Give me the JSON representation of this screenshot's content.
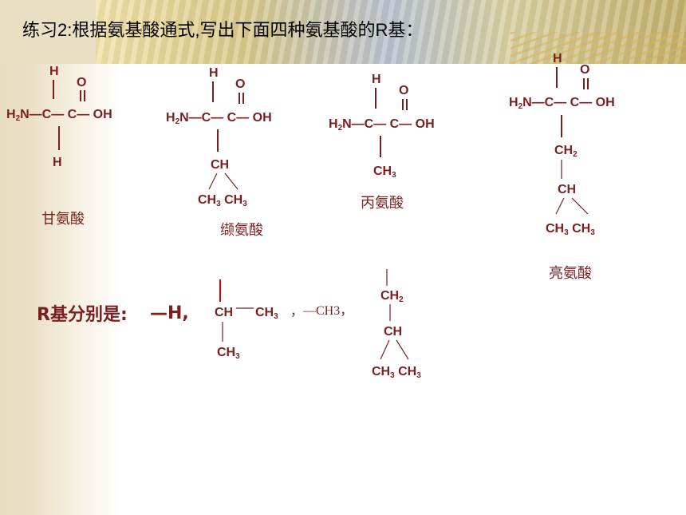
{
  "title": "练习2:根据氨基酸通式,写出下面四种氨基酸的R基：",
  "amino_acids": [
    {
      "name": "甘氨酸",
      "top_h": "H",
      "o": "O",
      "nh2": "H2N—C— C— OH",
      "side": [
        "H"
      ]
    },
    {
      "name": "缬氨酸",
      "top_h": "H",
      "o": "O",
      "nh2": "H2N—C— C— OH",
      "side": [
        "CH",
        "CH3 CH3"
      ]
    },
    {
      "name": "丙氨酸",
      "top_h": "H",
      "o": "O",
      "nh2": "H2N—C— C— OH",
      "side": [
        "CH3"
      ]
    },
    {
      "name": "亮氨酸",
      "top_h": "H",
      "o": "O",
      "nh2": "H2N—C— C— OH",
      "side": [
        "CH2",
        "CH",
        "CH3 CH3"
      ]
    }
  ],
  "answer": {
    "label": "R基分别是:",
    "r1": "—H,",
    "r2_top": "CH",
    "r2_right": "CH3",
    "r2_bottom": "CH3",
    "sep1": "，",
    "r3": "—CH3，",
    "r4": [
      "CH2",
      "CH",
      "CH3",
      "CH3"
    ]
  },
  "colors": {
    "text": "#7a1f1f",
    "accent": "#e00000"
  }
}
